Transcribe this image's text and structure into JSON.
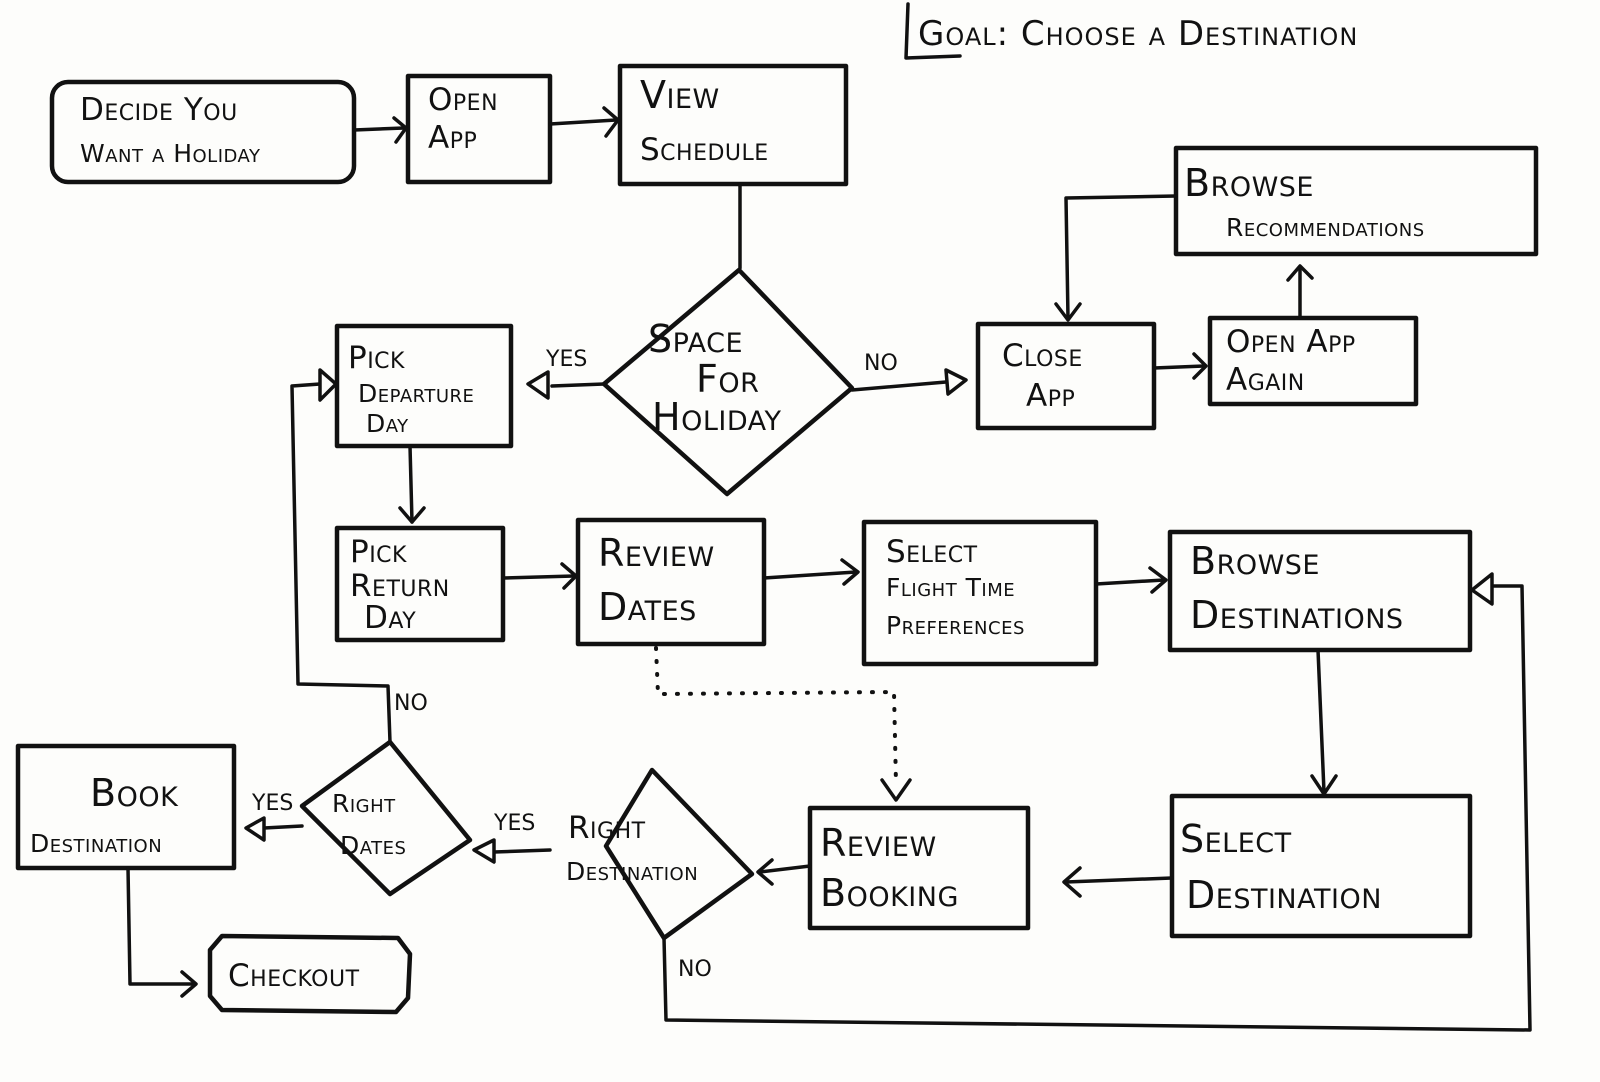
{
  "goal": {
    "label": "Goal: Choose a Destination"
  },
  "nodes": {
    "decide_holiday": {
      "line1": "Decide You",
      "line2": "Want a Holiday"
    },
    "open_app": {
      "line1": "Open",
      "line2": "App"
    },
    "view_schedule": {
      "line1": "View",
      "line2": "Schedule"
    },
    "space_for_holiday": {
      "line1": "Space",
      "line2": "For",
      "line3": "Holiday"
    },
    "pick_departure_day": {
      "line1": "Pick",
      "line2": "Departure",
      "line3": "Day"
    },
    "close_app": {
      "line1": "Close",
      "line2": "App"
    },
    "open_app_again": {
      "line1": "Open App",
      "line2": "Again"
    },
    "browse_recommendations": {
      "line1": "Browse",
      "line2": "Recommendations"
    },
    "pick_return_day": {
      "line1": "Pick",
      "line2": "Return",
      "line3": "Day"
    },
    "review_dates": {
      "line1": "Review",
      "line2": "Dates"
    },
    "select_flight_time": {
      "line1": "Select",
      "line2": "Flight Time",
      "line3": "Preferences"
    },
    "browse_destinations": {
      "line1": "Browse",
      "line2": "Destinations"
    },
    "select_destination": {
      "line1": "Select",
      "line2": "Destination"
    },
    "review_booking": {
      "line1": "Review",
      "line2": "Booking"
    },
    "right_destination": {
      "line1": "Right",
      "line2": "Destination"
    },
    "right_dates": {
      "line1": "Right",
      "line2": "Dates"
    },
    "book_destination": {
      "line1": "Book",
      "line2": "Destination"
    },
    "checkout": {
      "line1": "Checkout"
    }
  },
  "edge_labels": {
    "space_yes": "YES",
    "space_no": "NO",
    "dates_no": "NO",
    "dates_yes": "YES",
    "destination_yes": "YES",
    "destination_no": "NO"
  }
}
